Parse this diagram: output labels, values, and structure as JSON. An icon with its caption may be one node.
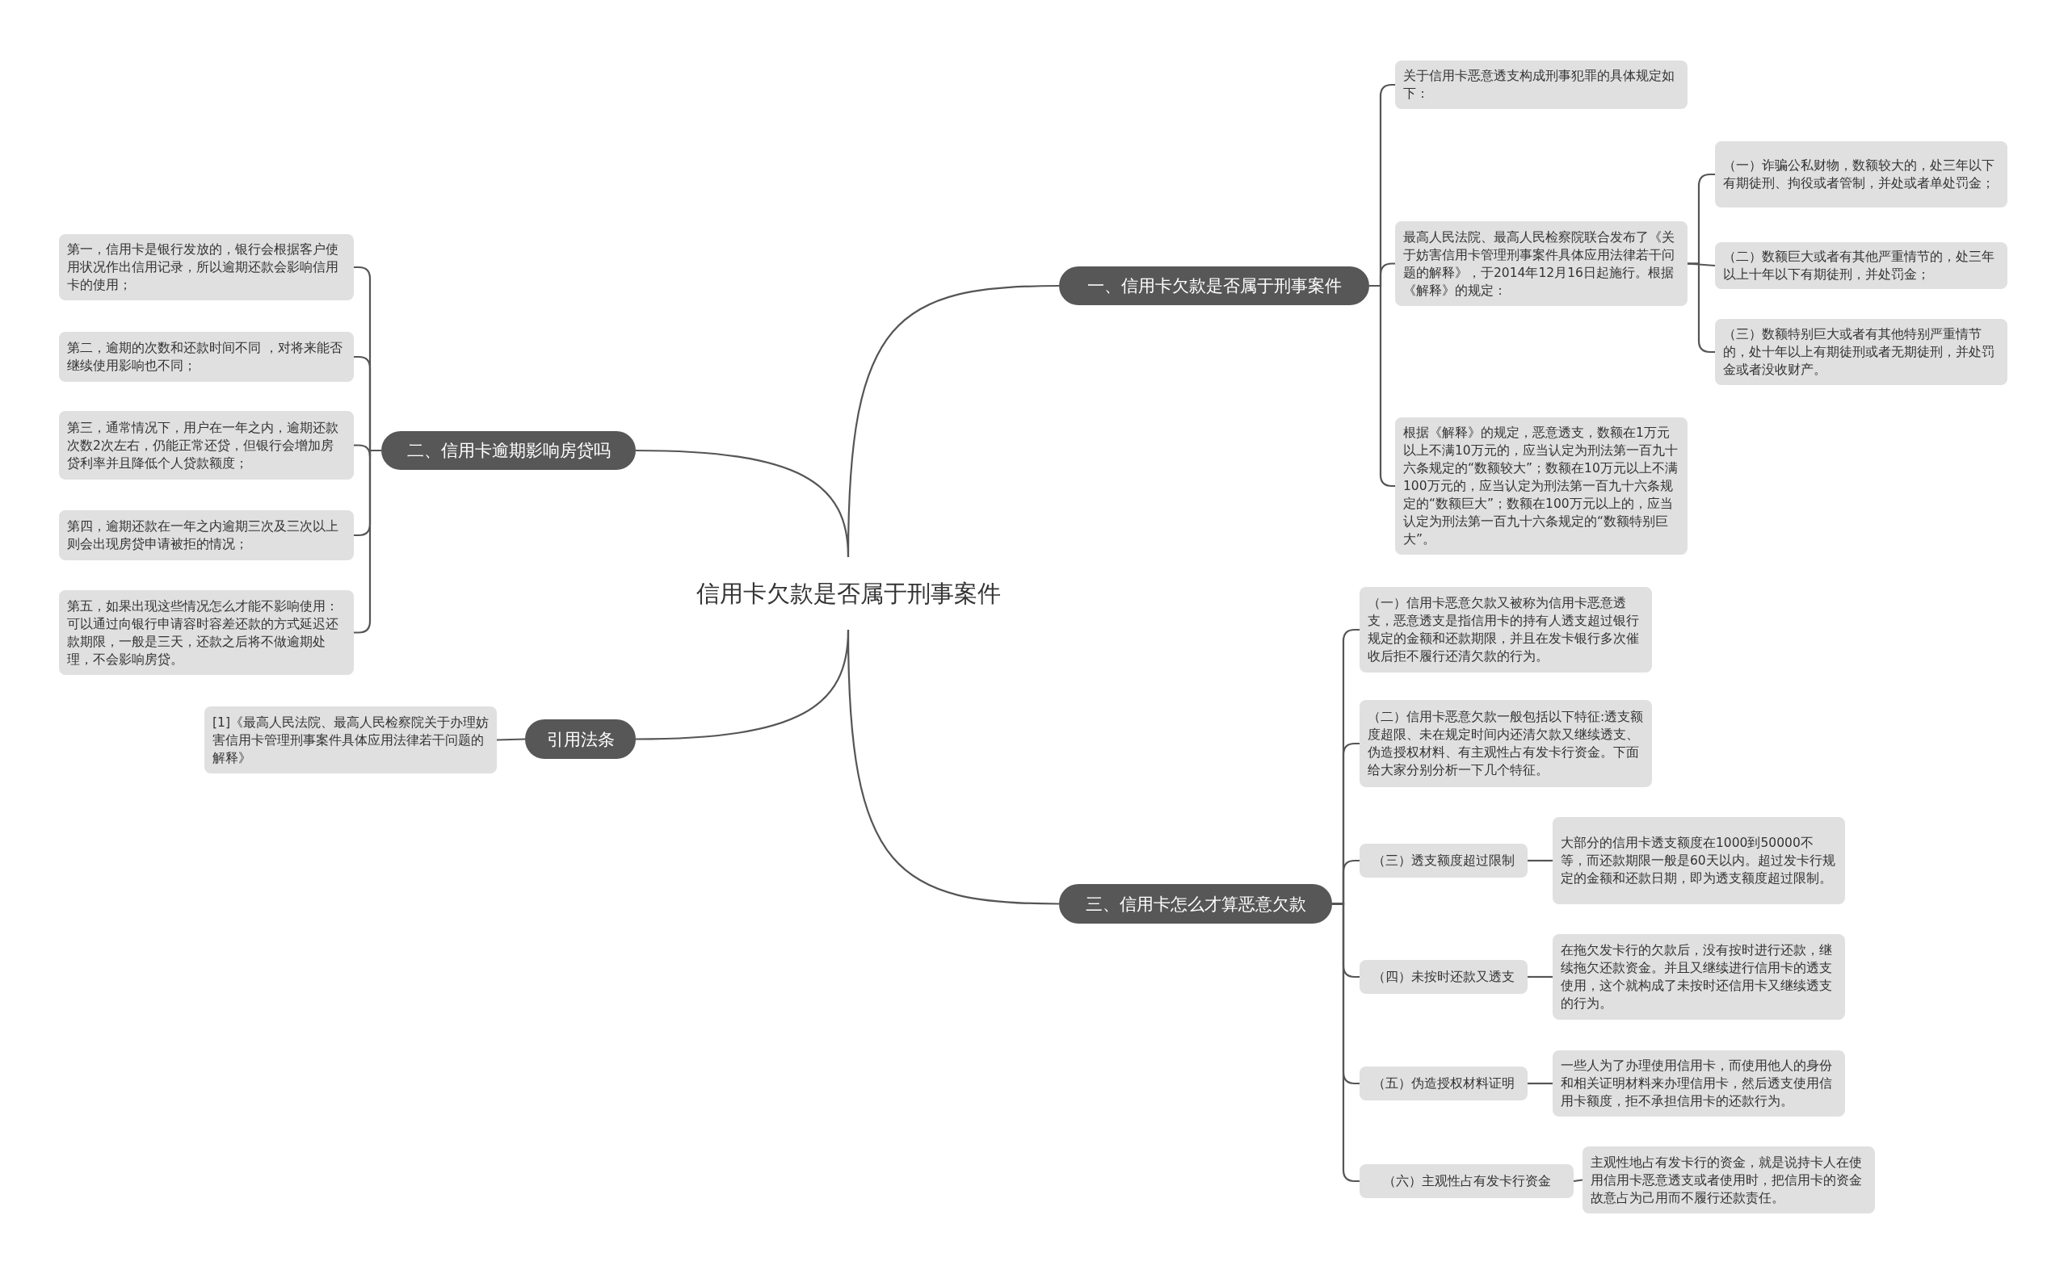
{
  "diagram": {
    "nodes": [
      {
        "text": [
          "信用卡欠款是否属于刑事案件"
        ]
      },
      {
        "text": [
          "一、信用卡欠款是否属于刑事案件"
        ]
      },
      {
        "text": [
          "关于信用卡恶意透支构成刑事犯罪的具体规定如下："
        ]
      },
      {
        "text": [
          "最高人民法院、最高人民检察院联合发布了《关于妨害信用卡管理刑事案件具体应用法律若干问题的解释》，于2014年12月16日起施行。根据《解释》的规定："
        ]
      },
      {
        "text": [
          "（一）诈骗公私财物，数额较大的，处三年以下有期徒刑、拘役或者管制，并处或者单处罚金；"
        ]
      },
      {
        "text": [
          "（二）数额巨大或者有其他严重情节的，处三年以上十年以下有期徒刑，并处罚金；"
        ]
      },
      {
        "text": [
          "（三）数额特别巨大或者有其他特别严重情节的，处十年以上有期徒刑或者无期徒刑，并处罚金或者没收财产。"
        ]
      },
      {
        "text": [
          "根据《解释》的规定，恶意透支，数额在1万元以上不满10万元的，应当认定为刑法第一百九十六条规定的“数额较大”；数额在10万元以上不满100万元的，应当认定为刑法第一百九十六条规定的“数额巨大”；数额在100万元以上的，应当认定为刑法第一百九十六条规定的“数额特别巨大”。"
        ]
      },
      {
        "text": [
          "二、信用卡逾期影响房贷吗"
        ]
      },
      {
        "text": [
          "第一，信用卡是银行发放的，银行会根据客户使用状况作出信用记录，所以逾期还款会影响信用卡的使用；"
        ]
      },
      {
        "text": [
          "第二，逾期的次数和还款时间不同 ，对将来能否继续使用影响也不同；"
        ]
      },
      {
        "text": [
          "第三，通常情况下，用户在一年之内，逾期还款次数2次左右，仍能正常还贷，但银行会增加房贷利率并且降低个人贷款额度；"
        ]
      },
      {
        "text": [
          "第四，逾期还款在一年之内逾期三次及三次以上则会出现房贷申请被拒的情况；"
        ]
      },
      {
        "text": [
          "第五，如果出现这些情况怎么才能不影响使用：可以通过向银行申请容时容差还款的方式延迟还款期限，一般是三天，还款之后将不做逾期处理，不会影响房贷。"
        ]
      },
      {
        "text": [
          "引用法条"
        ]
      },
      {
        "text": [
          "[1]《最高人民法院、最高人民检察院关于办理妨害信用卡管理刑事案件具体应用法律若干问题的解释》"
        ]
      },
      {
        "text": [
          "三、信用卡怎么才算恶意欠款"
        ]
      },
      {
        "text": [
          "（一）信用卡恶意欠款又被称为信用卡恶意透支，恶意透支是指信用卡的持有人透支超过银行规定的金额和还款期限，并且在发卡银行多次催收后拒不履行还清欠款的行为。"
        ]
      },
      {
        "text": [
          "（二）信用卡恶意欠款一般包括以下特征:透支额度超限、未在规定时间内还清欠款又继续透支、伪造授权材料、有主观性占有发卡行资金。下面给大家分别分析一下几个特征。"
        ]
      },
      {
        "text": [
          "（三）透支额度超过限制"
        ]
      },
      {
        "text": [
          "大部分的信用卡透支额度在1000到50000不等，而还款期限一般是60天以内。超过发卡行规定的金额和还款日期，即为透支额度超过限制。"
        ]
      },
      {
        "text": [
          "（四）未按时还款又透支"
        ]
      },
      {
        "text": [
          "在拖欠发卡行的欠款后，没有按时进行还款，继续拖欠还款资金。并且又继续进行信用卡的透支使用，这个就构成了未按时还信用卡又继续透支的行为。"
        ]
      },
      {
        "text": [
          "（五）伪造授权材料证明"
        ]
      },
      {
        "text": [
          "一些人为了办理使用信用卡，而使用他人的身份和相关证明材料来办理信用卡，然后透支使用信用卡额度，拒不承担信用卡的还款行为。"
        ]
      },
      {
        "text": [
          "（六）主观性占有发卡行资金"
        ]
      },
      {
        "text": [
          "主观性地占有发卡行的资金，就是说持卡人在使用信用卡恶意透支或者使用时，把信用卡的资金故意占为己用而不履行还款责任。"
        ]
      }
    ],
    "edges": [
      {
        "from": 0,
        "to": 1,
        "arrow": "none"
      },
      {
        "from": 1,
        "to": 2,
        "arrow": "none"
      },
      {
        "from": 1,
        "to": 3,
        "arrow": "none"
      },
      {
        "from": 3,
        "to": 4,
        "arrow": "none"
      },
      {
        "from": 3,
        "to": 5,
        "arrow": "none"
      },
      {
        "from": 3,
        "to": 6,
        "arrow": "none"
      },
      {
        "from": 1,
        "to": 7,
        "arrow": "none"
      },
      {
        "from": 0,
        "to": 8,
        "arrow": "none"
      },
      {
        "from": 8,
        "to": 9,
        "arrow": "none"
      },
      {
        "from": 8,
        "to": 10,
        "arrow": "none"
      },
      {
        "from": 8,
        "to": 11,
        "arrow": "none"
      },
      {
        "from": 8,
        "to": 12,
        "arrow": "none"
      },
      {
        "from": 8,
        "to": 13,
        "arrow": "none"
      },
      {
        "from": 0,
        "to": 14,
        "arrow": "none"
      },
      {
        "from": 14,
        "to": 15,
        "arrow": "none"
      },
      {
        "from": 0,
        "to": 16,
        "arrow": "none"
      },
      {
        "from": 16,
        "to": 17,
        "arrow": "none"
      },
      {
        "from": 16,
        "to": 18,
        "arrow": "none"
      },
      {
        "from": 16,
        "to": 19,
        "arrow": "none"
      },
      {
        "from": 19,
        "to": 20,
        "arrow": "none"
      },
      {
        "from": 16,
        "to": 21,
        "arrow": "none"
      },
      {
        "from": 21,
        "to": 22,
        "arrow": "none"
      },
      {
        "from": 16,
        "to": 23,
        "arrow": "none"
      },
      {
        "from": 23,
        "to": 24,
        "arrow": "none"
      },
      {
        "from": 16,
        "to": 25,
        "arrow": "none"
      },
      {
        "from": 25,
        "to": 26,
        "arrow": "none"
      }
    ]
  }
}
